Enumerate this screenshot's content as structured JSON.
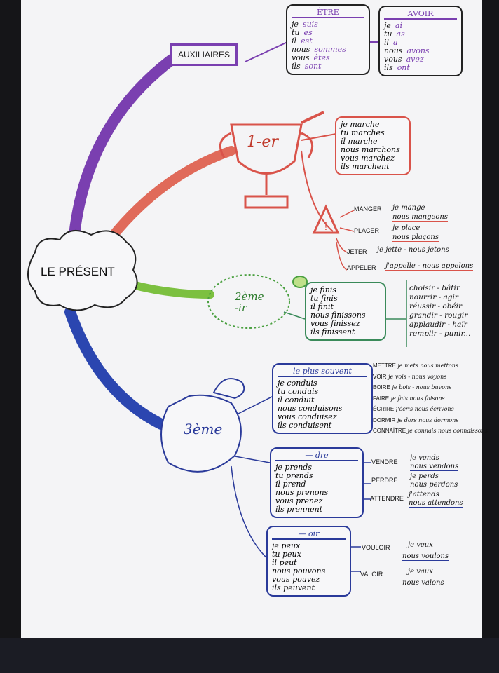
{
  "central": "LE PRÉSENT",
  "auxiliaires": {
    "label": "AUXILIAIRES",
    "etre": {
      "title": "ÊTRE",
      "rows": [
        [
          "je",
          "suis"
        ],
        [
          "tu",
          "es"
        ],
        [
          "il",
          "est"
        ],
        [
          "nous",
          "sommes"
        ],
        [
          "vous",
          "êtes"
        ],
        [
          "ils",
          "sont"
        ]
      ]
    },
    "avoir": {
      "title": "AVOIR",
      "rows": [
        [
          "je",
          "ai"
        ],
        [
          "tu",
          "as"
        ],
        [
          "il",
          "a"
        ],
        [
          "nous",
          "avons"
        ],
        [
          "vous",
          "avez"
        ],
        [
          "ils",
          "ont"
        ]
      ]
    }
  },
  "premier": {
    "label": "1-er",
    "rows": [
      "je marche",
      "tu marches",
      "il marche",
      "nous marchons",
      "vous marchez",
      "ils marchent"
    ],
    "exceptions": [
      {
        "verb": "MANGER",
        "forms": [
          "je mange",
          "nous mangeons"
        ]
      },
      {
        "verb": "PLACER",
        "forms": [
          "je place",
          "nous plaçons"
        ]
      },
      {
        "verb": "JETER",
        "forms": [
          "je jette - nous jetons"
        ]
      },
      {
        "verb": "APPELER",
        "forms": [
          "j'appelle - nous appelons"
        ]
      }
    ]
  },
  "deuxieme": {
    "label": "2ème -ir",
    "rows": [
      "je finis",
      "tu finis",
      "il finit",
      "nous finissons",
      "vous finissez",
      "ils finissent"
    ],
    "verbs": [
      "choisir - bâtir",
      "nourrir - agir",
      "réussir - obéir",
      "grandir - rougir",
      "applaudir - haïr",
      "remplir - punir..."
    ]
  },
  "troisieme": {
    "label": "3ème",
    "souvent": {
      "title": "le plus souvent",
      "rows": [
        "je conduis",
        "tu conduis",
        "il conduit",
        "nous conduisons",
        "vous conduisez",
        "ils conduisent"
      ],
      "verbs": [
        {
          "verb": "METTRE",
          "forms": "je mets nous mettons"
        },
        {
          "verb": "VOIR",
          "forms": "je vois - nous voyons"
        },
        {
          "verb": "BOIRE",
          "forms": "je bois - nous buvons"
        },
        {
          "verb": "FAIRE",
          "forms": "je fais nous faisons"
        },
        {
          "verb": "ÉCRIRE",
          "forms": "j'écris nous écrivons"
        },
        {
          "verb": "DORMIR",
          "forms": "je dors nous dormons"
        },
        {
          "verb": "CONNAÎTRE",
          "forms": "je connais nous connaissons"
        }
      ]
    },
    "dre": {
      "title": "— dre",
      "rows": [
        "je prends",
        "tu prends",
        "il prend",
        "nous prenons",
        "vous prenez",
        "ils prennent"
      ],
      "verbs": [
        {
          "verb": "VENDRE",
          "forms": [
            "je vends",
            "nous vendons"
          ]
        },
        {
          "verb": "PERDRE",
          "forms": [
            "je perds",
            "nous perdons"
          ]
        },
        {
          "verb": "ATTENDRE",
          "forms": [
            "j'attends",
            "nous attendons"
          ]
        }
      ]
    },
    "oir": {
      "title": "— oir",
      "rows": [
        "je peux",
        "tu peux",
        "il peut",
        "nous pouvons",
        "vous pouvez",
        "ils peuvent"
      ],
      "verbs": [
        {
          "verb": "VOULOIR",
          "forms": [
            "je veux",
            "nous voulons"
          ]
        },
        {
          "verb": "VALOIR",
          "forms": [
            "je vaux",
            "nous valons"
          ]
        }
      ]
    }
  },
  "colors": {
    "purple": "#7a3fb0",
    "red": "#d9534a",
    "green": "#6fb43a",
    "blue": "#2a3a9a",
    "dark": "#151518"
  }
}
